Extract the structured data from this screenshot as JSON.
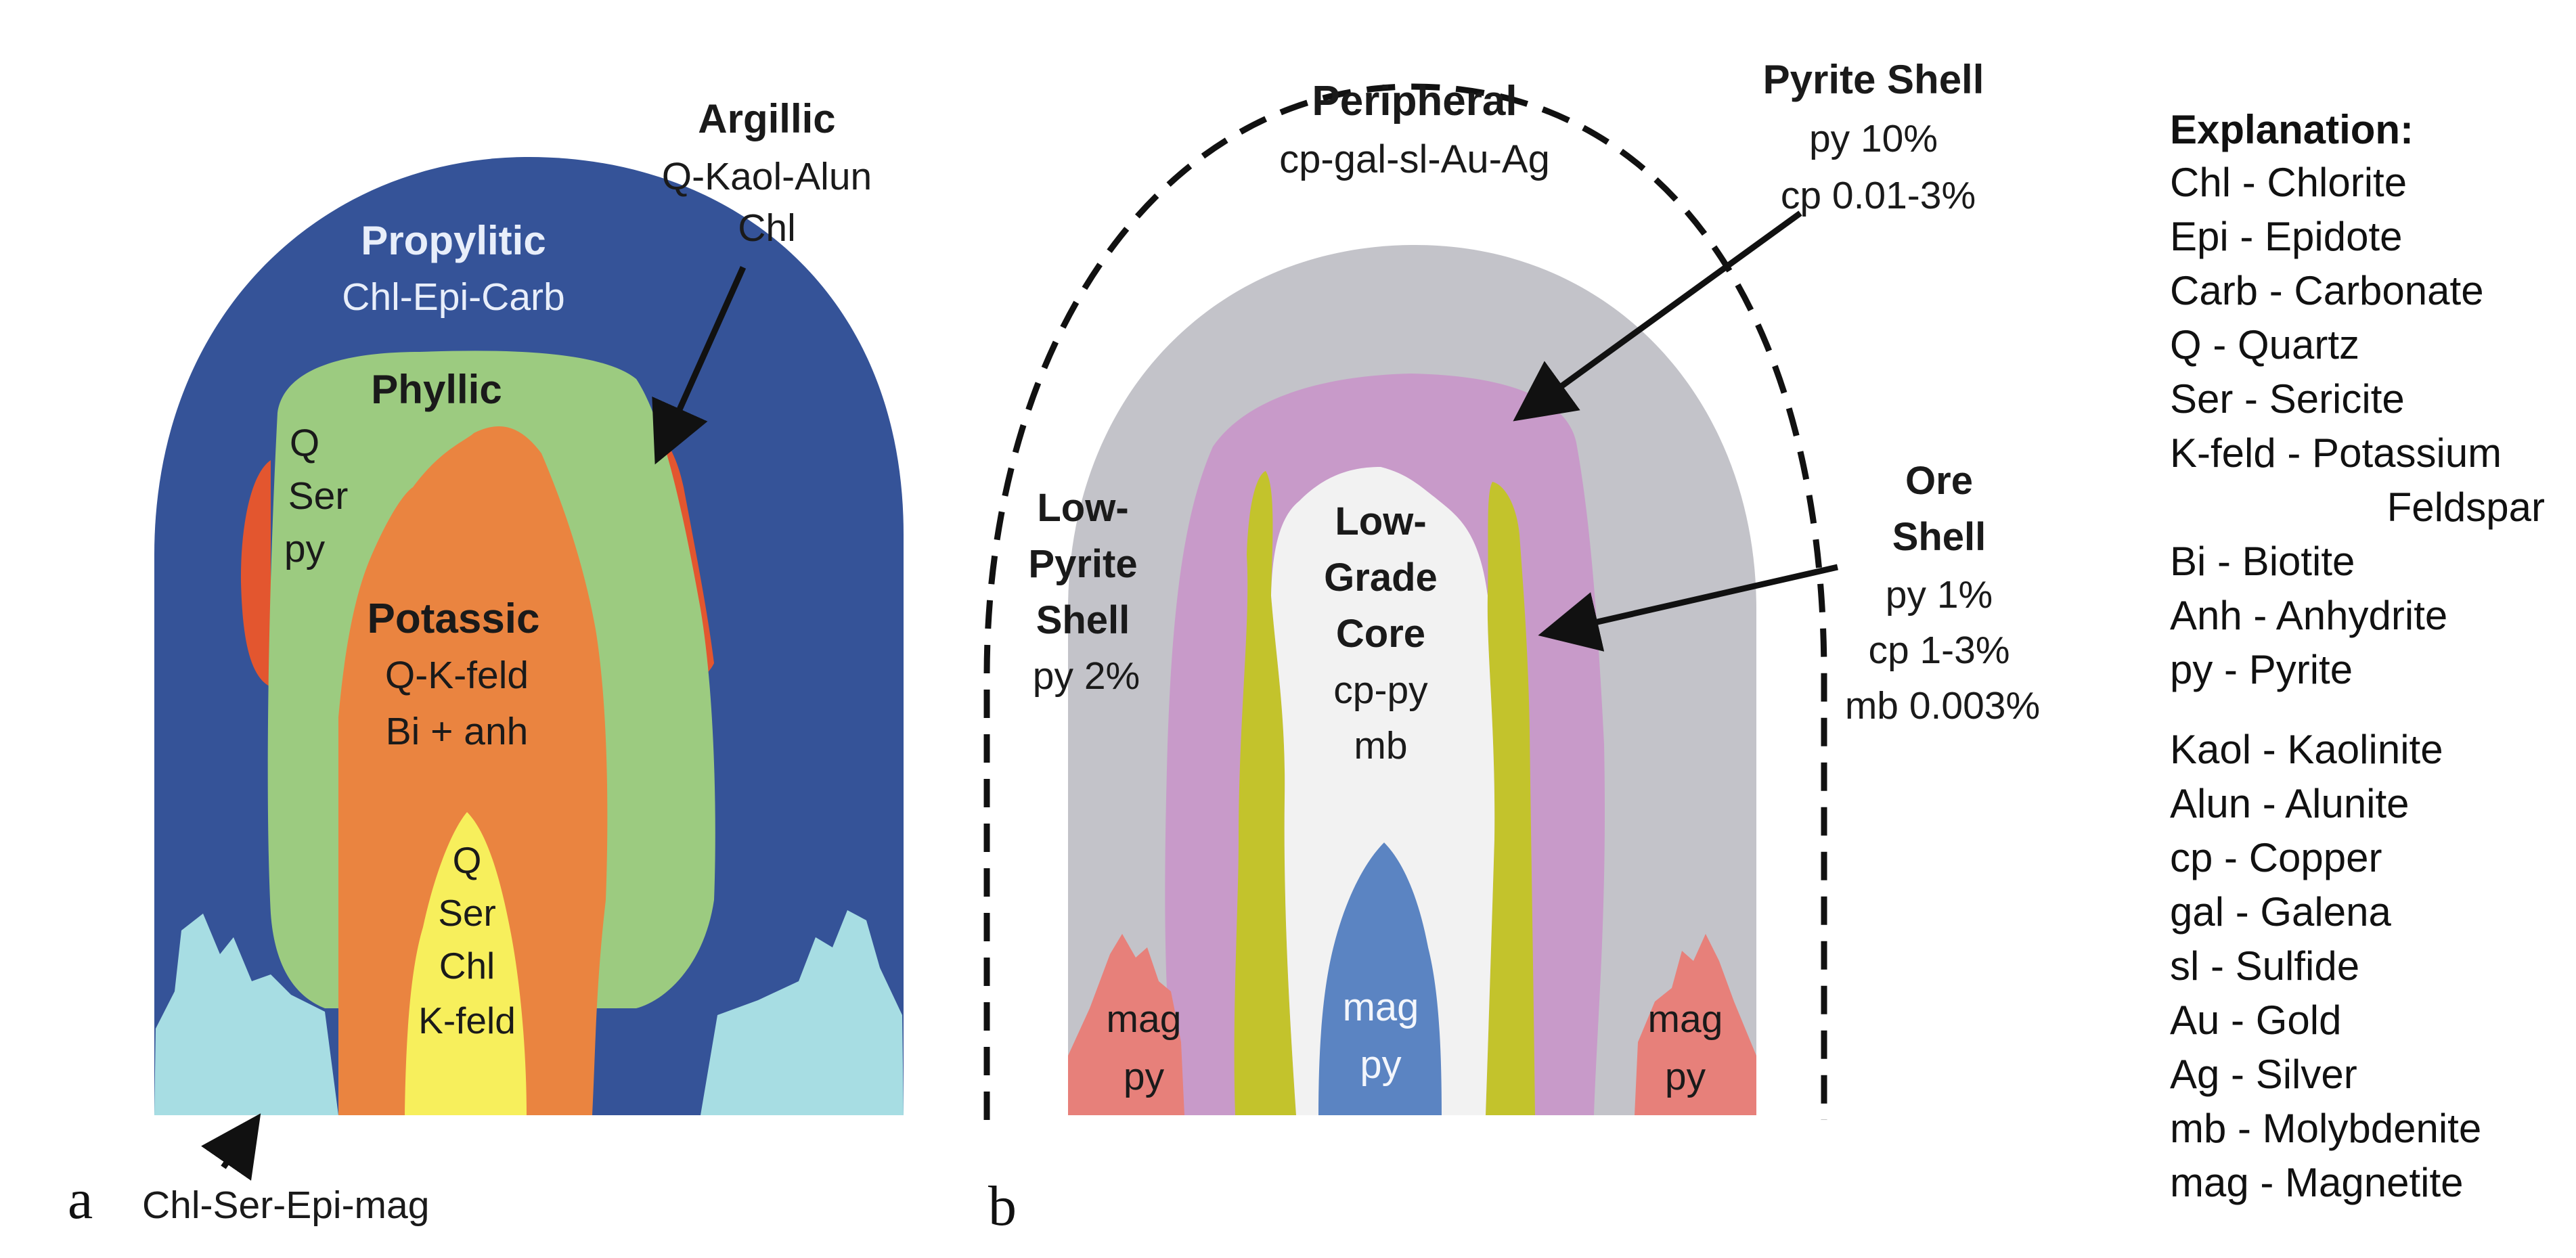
{
  "colors": {
    "propylitic": "#355398",
    "phyllic": "#9ccb80",
    "potassic": "#ea8440",
    "core_a": "#f7ef5c",
    "argillic": "#e3562f",
    "lightblue": "#a7dde3",
    "peripheral": "#c3c3c9",
    "pyrite_shell": "#c89ac9",
    "ore_shell": "#c3c32c",
    "low_grade_core": "#f2f2f2",
    "mag_core": "#5b84c2",
    "mag_py": "#e7807a",
    "white_text": "#e8eefa",
    "dark_text": "#1a1a1a"
  },
  "panel_a": {
    "panel_label": "a",
    "propylitic": {
      "title": "Propylitic",
      "minerals": "Chl-Epi-Carb"
    },
    "argillic": {
      "title": "Argillic",
      "line1": "Q-Kaol-Alun",
      "line2": "Chl"
    },
    "phyllic": {
      "title": "Phyllic",
      "line1": "Q",
      "line2": "Ser",
      "line3": "py"
    },
    "potassic": {
      "title": "Potassic",
      "line1": "Q-K-feld",
      "line2": "Bi + anh"
    },
    "core": {
      "line1": "Q",
      "line2": "Ser",
      "line3": "Chl",
      "line4": "K-feld"
    },
    "bottom_label": "Chl-Ser-Epi-mag"
  },
  "panel_b": {
    "panel_label": "b",
    "peripheral": {
      "title": "Peripheral",
      "minerals": "cp-gal-sl-Au-Ag"
    },
    "pyrite_shell": {
      "title": "Pyrite Shell",
      "line1": "py 10%",
      "line2": "cp 0.01-3%"
    },
    "low_pyrite_shell": {
      "line1": "Low-",
      "line2": "Pyrite",
      "line3": "Shell",
      "line4": "py 2%"
    },
    "low_grade_core": {
      "line1": "Low-",
      "line2": "Grade",
      "line3": "Core",
      "line4": "cp-py",
      "line5": "mb"
    },
    "ore_shell": {
      "line1": "Ore",
      "line2": "Shell",
      "line3": "py 1%",
      "line4": "cp 1-3%",
      "line5": "mb  0.003%"
    },
    "mag_core": {
      "line1": "mag",
      "line2": "py"
    },
    "mag_left": {
      "line1": "mag",
      "line2": "py"
    },
    "mag_right": {
      "line1": "mag",
      "line2": "py"
    }
  },
  "explanation": {
    "title": "Explanation:",
    "items": [
      "Chl - Chlorite",
      "Epi - Epidote",
      "Carb - Carbonate",
      "Q - Quartz",
      "Ser - Sericite",
      "K-feld - Potassium",
      "Feldspar",
      "Bi - Biotite",
      "Anh - Anhydrite",
      "py - Pyrite",
      "Kaol - Kaolinite",
      "Alun - Alunite",
      "cp - Copper",
      "gal - Galena",
      "sl - Sulfide",
      "Au - Gold",
      "Ag - Silver",
      "mb - Molybdenite",
      "mag - Magnetite"
    ]
  }
}
